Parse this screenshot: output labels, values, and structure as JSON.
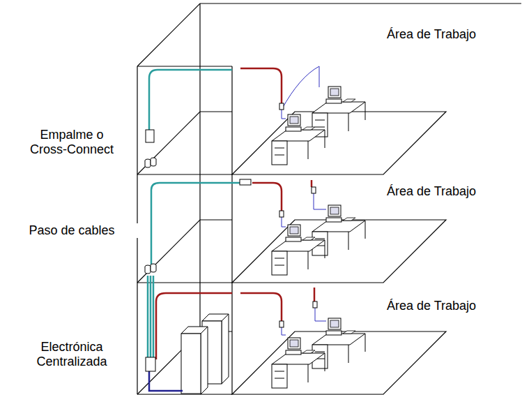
{
  "diagram": {
    "labels": [
      "Empalme o Cross-Connect",
      "Área de Trabajo",
      "Paso de cables",
      "Área de Trabajo",
      "Electrónica Centralizada",
      "Área de Trabajo"
    ]
  }
}
